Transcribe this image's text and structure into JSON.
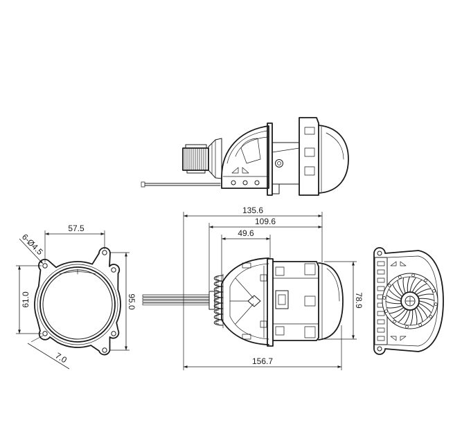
{
  "colors": {
    "line": "#1a1a1a",
    "background": "#ffffff"
  },
  "front_view": {
    "width_dimension": "57.5",
    "mounting_holes": "6-Ø4.5",
    "hole_spacing_vertical": "61.0",
    "overall_height": "95.0",
    "edge_offset": "7.0"
  },
  "side_view": {
    "length_to_lens_flange": "135.6",
    "body_to_lens_flange": "109.6",
    "heatsink_to_plate": "49.6",
    "overall_length": "156.7",
    "lens_height": "78.9"
  }
}
